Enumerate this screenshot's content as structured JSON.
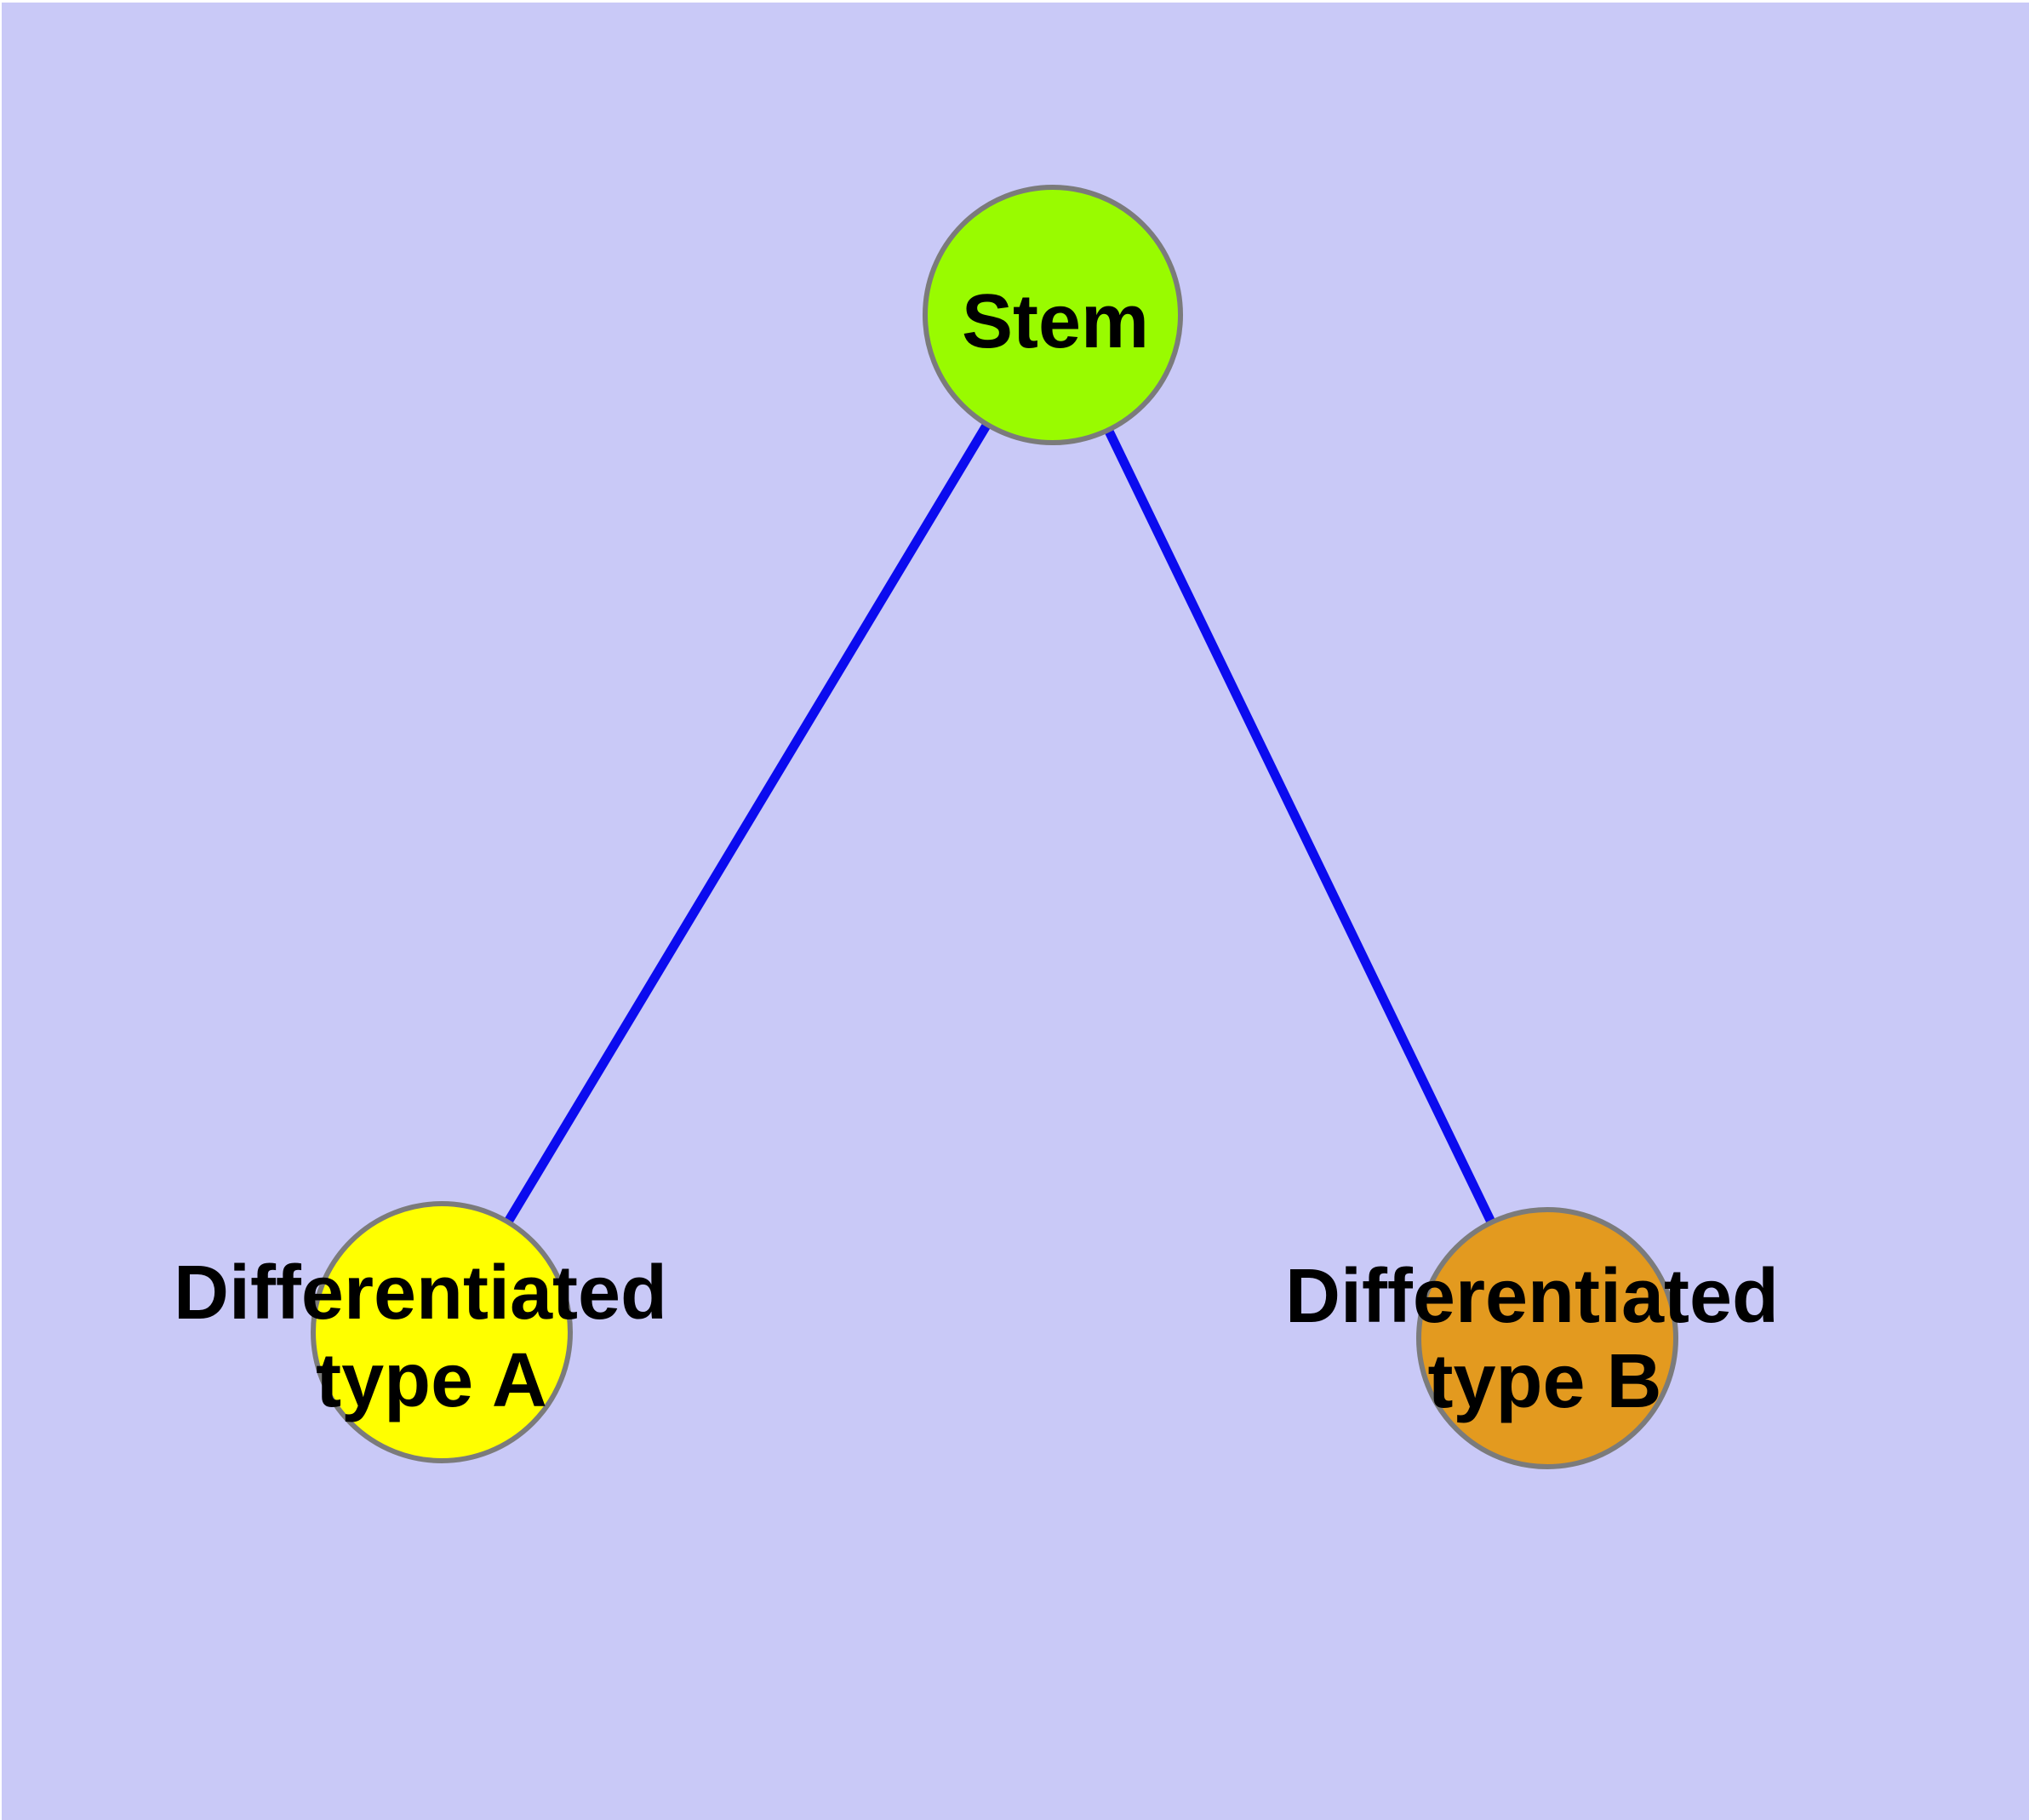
{
  "diagram": {
    "background_color": "#C9C9F7",
    "frame_color": "#FFFFFF",
    "edge_color": "#0B0BEF",
    "node_border_color": "#7B7B7B",
    "label_color": "#000000",
    "nodes": {
      "stem": {
        "label": "Stem",
        "color": "#99FB00"
      },
      "typeA": {
        "line1": "Differentiated",
        "line2": "type A",
        "color": "#FFFF00"
      },
      "typeB": {
        "line1": "Differentiated",
        "line2": "type B",
        "color": "#E39A1F"
      }
    },
    "edges": [
      {
        "from": "Stem",
        "to": "Differentiated type A"
      },
      {
        "from": "Stem",
        "to": "Differentiated type B"
      }
    ]
  }
}
